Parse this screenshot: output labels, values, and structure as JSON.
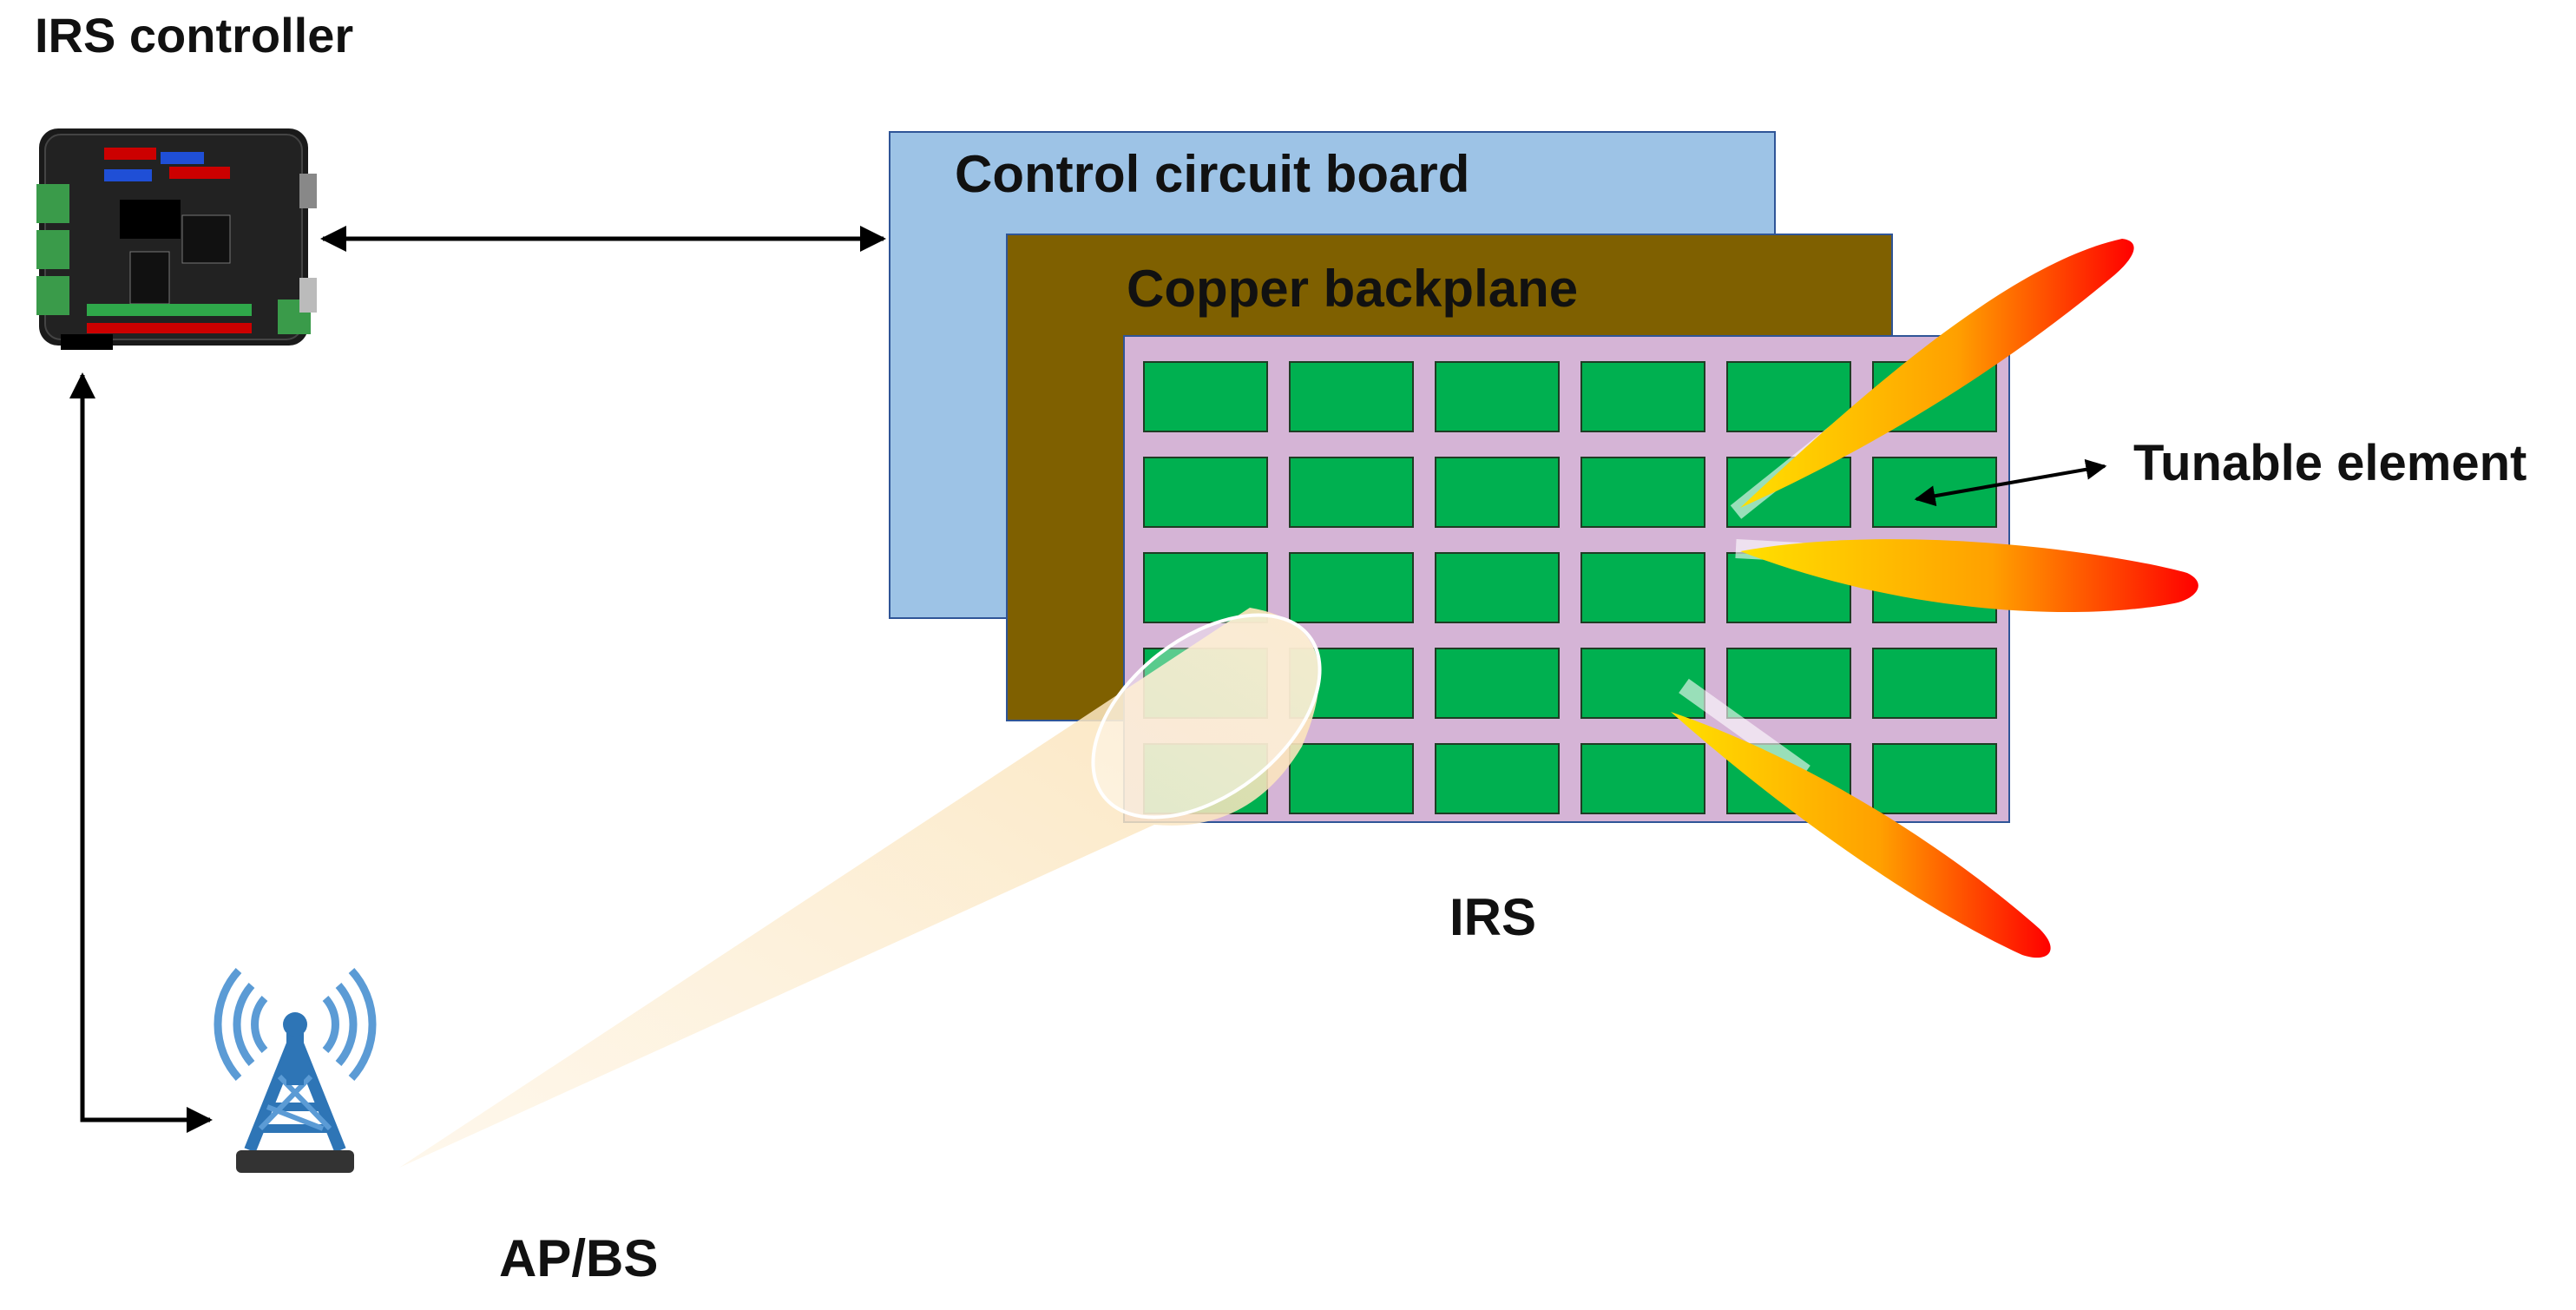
{
  "labels": {
    "controller": "IRS controller",
    "control_board": "Control circuit board",
    "copper": "Copper backplane",
    "tunable": "Tunable element",
    "irs": "IRS",
    "ap": "AP/BS"
  },
  "grid": {
    "rows": 5,
    "cols": 6
  },
  "colors": {
    "control_board": "#9dc3e6",
    "copper": "#7f6000",
    "irs_panel": "#d5b4d6",
    "element": "#00b050",
    "beam_hot": "#ff0000",
    "beam_mid": "#ffc000",
    "tower": "#2e75b6",
    "incident_beam": "#fbe5c0",
    "arrow": "#000000"
  },
  "icons": [
    "circuit-board-icon",
    "antenna-tower-icon"
  ]
}
